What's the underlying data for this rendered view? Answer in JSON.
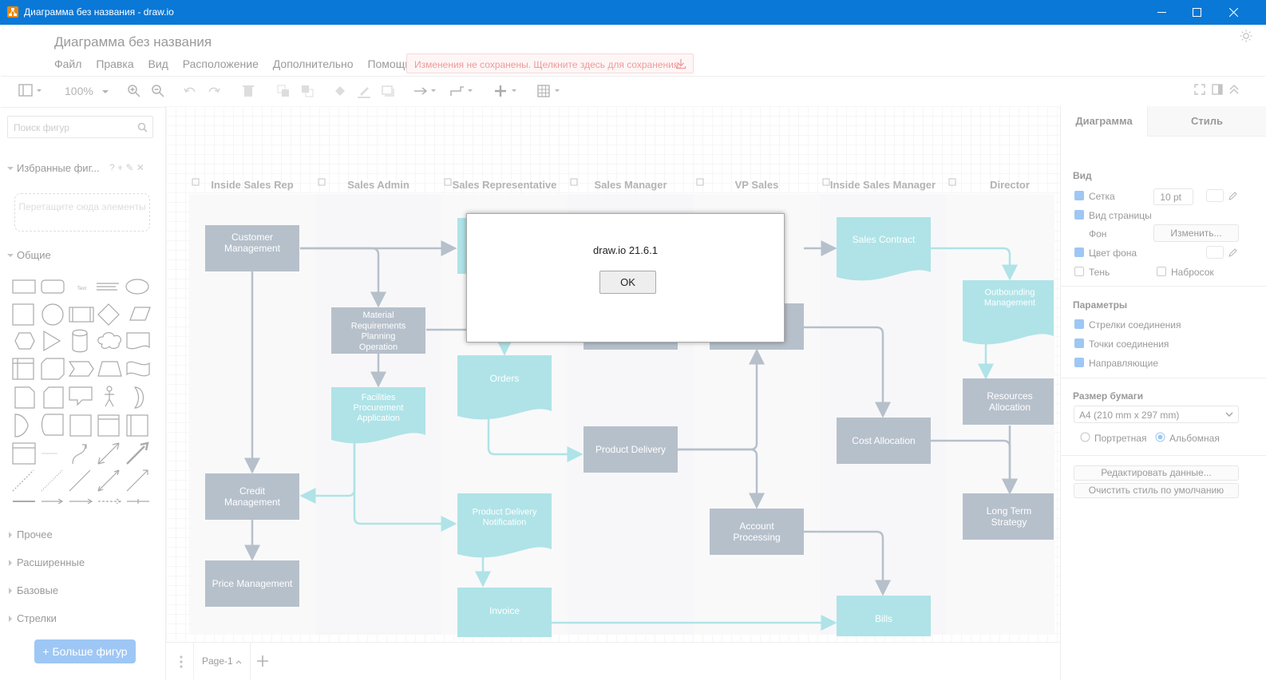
{
  "window": {
    "title": "Диаграмма без названия - draw.io"
  },
  "app": {
    "doc_title": "Диаграмма без названия",
    "menu": [
      "Файл",
      "Правка",
      "Вид",
      "Расположение",
      "Дополнительно",
      "Помощь"
    ],
    "unsaved_notice": "Изменения не сохранены. Щелкните здесь для сохранения."
  },
  "toolbar": {
    "zoom": "100%"
  },
  "sidebar": {
    "search_placeholder": "Поиск фигур",
    "favorites_title": "Избранные фиг...",
    "favorites_tools": "? + ✎ ✕",
    "dropzone_text": "Перетащите сюда элементы",
    "sections": [
      "Общие",
      "Прочее",
      "Расширенные",
      "Базовые",
      "Стрелки"
    ],
    "more_shapes": "+ Больше фигур"
  },
  "diagram": {
    "lanes": [
      "Inside Sales Rep",
      "Sales Admin",
      "Sales Representative",
      "Sales Manager",
      "VP Sales",
      "Inside Sales Manager",
      "Director"
    ],
    "nodes": {
      "customer_management": "Customer Management",
      "material_requirements": "Material Requirements Planning Operation",
      "facilities_procurement": "Facilities Procurement Application",
      "orders": "Orders",
      "product_delivery": "Product Delivery",
      "credit_management": "Credit Management",
      "price_management": "Price Management",
      "product_delivery_notification": "Product Delivery Notification",
      "invoice": "Invoice",
      "account_processing": "Account Processing",
      "sales_contract": "Sales Contract",
      "cost_allocation": "Cost Allocation",
      "bills": "Bills",
      "outbounding_management": "Outbounding Management",
      "resources_allocation": "Resources Allocation",
      "long_term_strategy": "Long Term Strategy"
    }
  },
  "pages": {
    "current": "Page-1"
  },
  "format_panel": {
    "tabs": [
      "Диаграмма",
      "Стиль"
    ],
    "view_title": "Вид",
    "grid_label": "Сетка",
    "grid_size": "10 pt",
    "page_view_label": "Вид страницы",
    "background_label": "Фон",
    "change_button": "Изменить...",
    "bg_color_label": "Цвет фона",
    "shadow_label": "Тень",
    "sketch_label": "Набросок",
    "options_title": "Параметры",
    "opt_arrows": "Стрелки соединения",
    "opt_points": "Точки соединения",
    "opt_guides": "Направляющие",
    "paper_title": "Размер бумаги",
    "paper_size": "A4 (210 mm x 297 mm)",
    "portrait": "Портретная",
    "landscape": "Альбомная",
    "edit_data": "Редактировать данные...",
    "clear_style": "Очистить стиль по умолчанию"
  },
  "dialog": {
    "version": "draw.io 21.6.1",
    "ok": "OK"
  },
  "colors": {
    "titlebar": "#0a78d7",
    "node_gray": "#6d8196",
    "node_teal": "#5fc6cf",
    "accent": "#3d8eea"
  }
}
